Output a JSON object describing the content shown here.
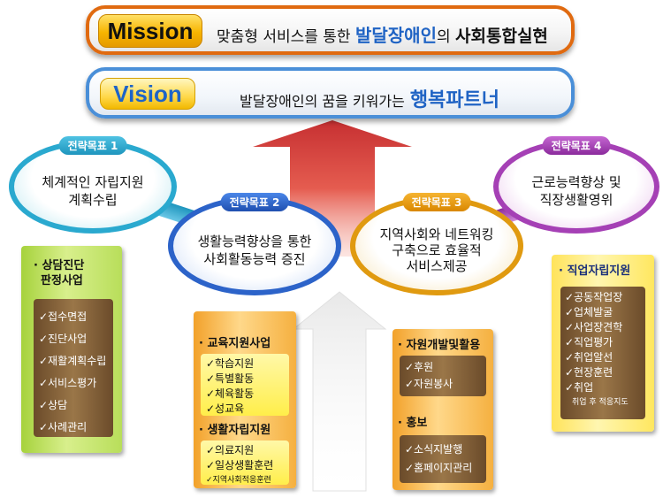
{
  "mission": {
    "tag": "Mission",
    "text_prefix": "맞춤형 서비스를 통한 ",
    "text_highlight": "발달장애인",
    "text_mid": "의 ",
    "text_bold": "사회통합실현"
  },
  "vision": {
    "tag": "Vision",
    "text_prefix": "발달장애인의 꿈을 키워가는",
    "text_highlight": "행복파트너"
  },
  "goals": [
    {
      "label": "전략목표 1",
      "line1": "체계적인 자립지원",
      "line2": "계획수립",
      "color": "#2aa9cf"
    },
    {
      "label": "전략목표 2",
      "line1": "생활능력향상을 통한",
      "line2": "사회활동능력 증진",
      "color": "#2c63c9"
    },
    {
      "label": "전략목표 3",
      "line1": "지역사회와 네트워킹",
      "line2": "구축으로 효율적",
      "line3": "서비스제공",
      "color": "#e09a10"
    },
    {
      "label": "전략목표 4",
      "line1": "근로능력향상 및",
      "line2": "직장생활영위",
      "color": "#a540b5"
    }
  ],
  "box1": {
    "head1": "· 상담진단",
    "head2": "판정사업",
    "items": [
      "✓접수면접",
      "✓진단사업",
      "✓재활계획수립",
      "✓서비스평가",
      "✓상담",
      "✓사례관리"
    ]
  },
  "box2": {
    "head_a": "· 교육지원사업",
    "items_a": [
      "✓학습지원",
      "✓특별활동",
      "✓체육활동",
      "✓성교육"
    ],
    "head_b": "· 생활자립지원",
    "items_b": [
      "✓의료지원",
      "✓일상생활훈련",
      "✓지역사회적응훈련"
    ]
  },
  "box3": {
    "head_a": "· 자원개발및활용",
    "items_a": [
      "✓후원",
      "✓자원봉사"
    ],
    "head_b": "· 홍보",
    "items_b": [
      "✓소식지발행",
      "✓홈페이지관리"
    ]
  },
  "box4": {
    "head": "· 직업자립지원",
    "items": [
      "✓공동작업장",
      "✓업체발굴",
      "✓사업장견학",
      "✓직업평가",
      "✓취업알선",
      "✓현장훈련",
      "✓취업"
    ],
    "small_item": "취업 후 적응지도"
  }
}
